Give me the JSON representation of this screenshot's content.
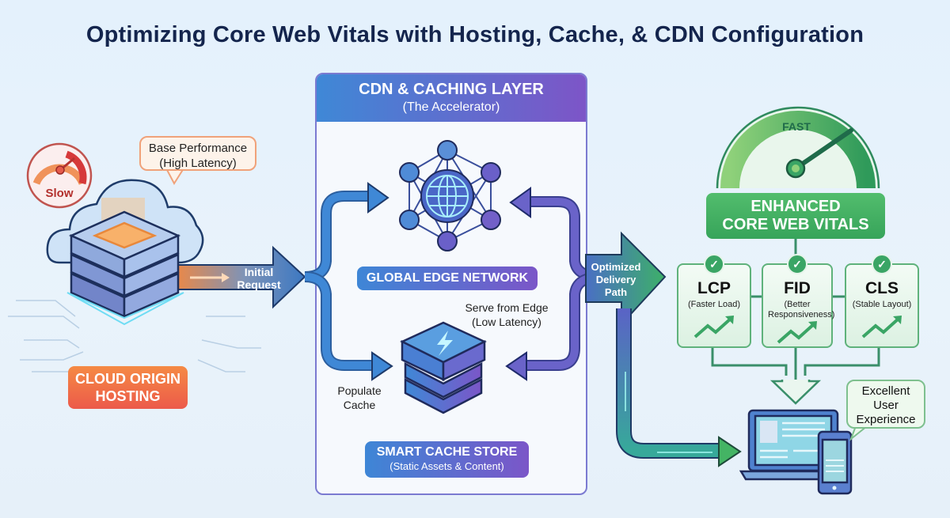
{
  "title": "Optimizing Core Web Vitals with Hosting, Cache, & CDN Configuration",
  "origin": {
    "bubble_line1": "Base Performance",
    "bubble_line2": "(High Latency)",
    "gauge_label": "Slow",
    "label_line1": "CLOUD ORIGIN",
    "label_line2": "HOSTING",
    "arrow_line1": "Initial",
    "arrow_line2": "Request"
  },
  "cdn": {
    "title": "CDN & CACHING LAYER",
    "subtitle": "(The Accelerator)",
    "network_label": "GLOBAL EDGE NETWORK",
    "serve_line1": "Serve from Edge",
    "serve_line2": "(Low Latency)",
    "populate_line1": "Populate",
    "populate_line2": "Cache",
    "store_title": "SMART CACHE STORE",
    "store_subtitle": "(Static Assets & Content)"
  },
  "delivery": {
    "line1": "Optimized",
    "line2": "Delivery",
    "line3": "Path"
  },
  "vitals": {
    "gauge_label": "FAST",
    "banner_line1": "ENHANCED",
    "banner_line2": "CORE WEB VITALS",
    "items": [
      {
        "name": "LCP",
        "sub": "(Faster Load)"
      },
      {
        "name": "FID",
        "sub": "(Better Responsiveness)"
      },
      {
        "name": "CLS",
        "sub": "(Stable Layout)"
      }
    ]
  },
  "outcome": {
    "line1": "Excellent",
    "line2": "User",
    "line3": "Experience"
  },
  "colors": {
    "title": "#14254d",
    "origin_orange": "#f27a45",
    "cdn_blue": "#3f88d6",
    "cdn_purple": "#7d55c7",
    "vital_green": "#3aa565"
  }
}
